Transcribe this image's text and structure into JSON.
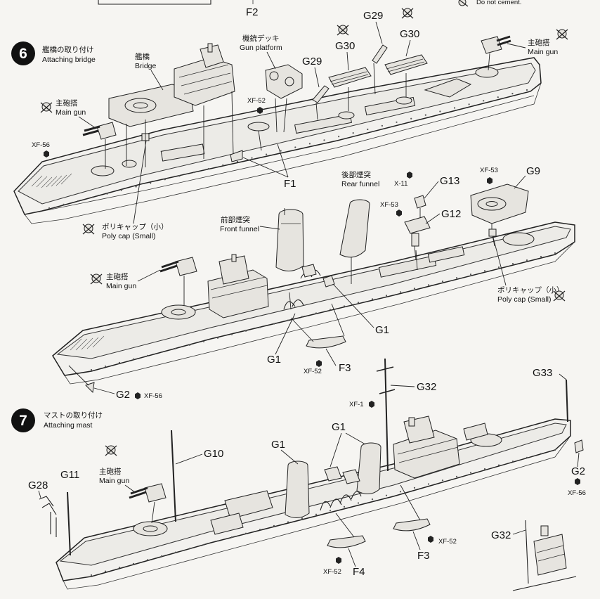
{
  "top_fragment": {
    "part": "F2",
    "note": "Do not cement."
  },
  "steps": [
    {
      "number": "6",
      "title_jp": "艦橋の取り付け",
      "title_en": "Attaching bridge",
      "callouts": [
        {
          "jp": "艦橋",
          "en": "Bridge"
        },
        {
          "jp": "機銃デッキ",
          "en": "Gun platform"
        },
        {
          "jp": "主砲搭",
          "en": "Main gun"
        },
        {
          "jp": "主砲搭",
          "en": "Main gun"
        },
        {
          "jp": "ポリキャップ（小）",
          "en": "Poly cap (Small)"
        },
        {
          "jp": "後部煙突",
          "en": "Rear funnel"
        },
        {
          "jp": "前部煙突",
          "en": "Front funnel"
        },
        {
          "jp": "主砲搭",
          "en": "Main gun"
        },
        {
          "jp": "ポリキャップ（小）",
          "en": "Poly cap (Small)"
        }
      ],
      "parts": [
        "G29",
        "G30",
        "G29",
        "G30",
        "F1",
        "G13",
        "G9",
        "G12",
        "G1",
        "G1",
        "F3",
        "G2"
      ],
      "cement_codes": [
        "XF-52",
        "XF-56",
        "X-11",
        "XF-53",
        "XF-53",
        "XF-52",
        "XF-56"
      ]
    },
    {
      "number": "7",
      "title_jp": "マストの取り付け",
      "title_en": "Attaching mast",
      "callouts": [
        {
          "jp": "主砲搭",
          "en": "Main gun"
        }
      ],
      "parts": [
        "G32",
        "G33",
        "G10",
        "G1",
        "G1",
        "G11",
        "G28",
        "G2",
        "F3",
        "F4",
        "G32"
      ],
      "cement_codes": [
        "XF-1",
        "XF-56",
        "XF-52",
        "XF-52"
      ]
    }
  ]
}
